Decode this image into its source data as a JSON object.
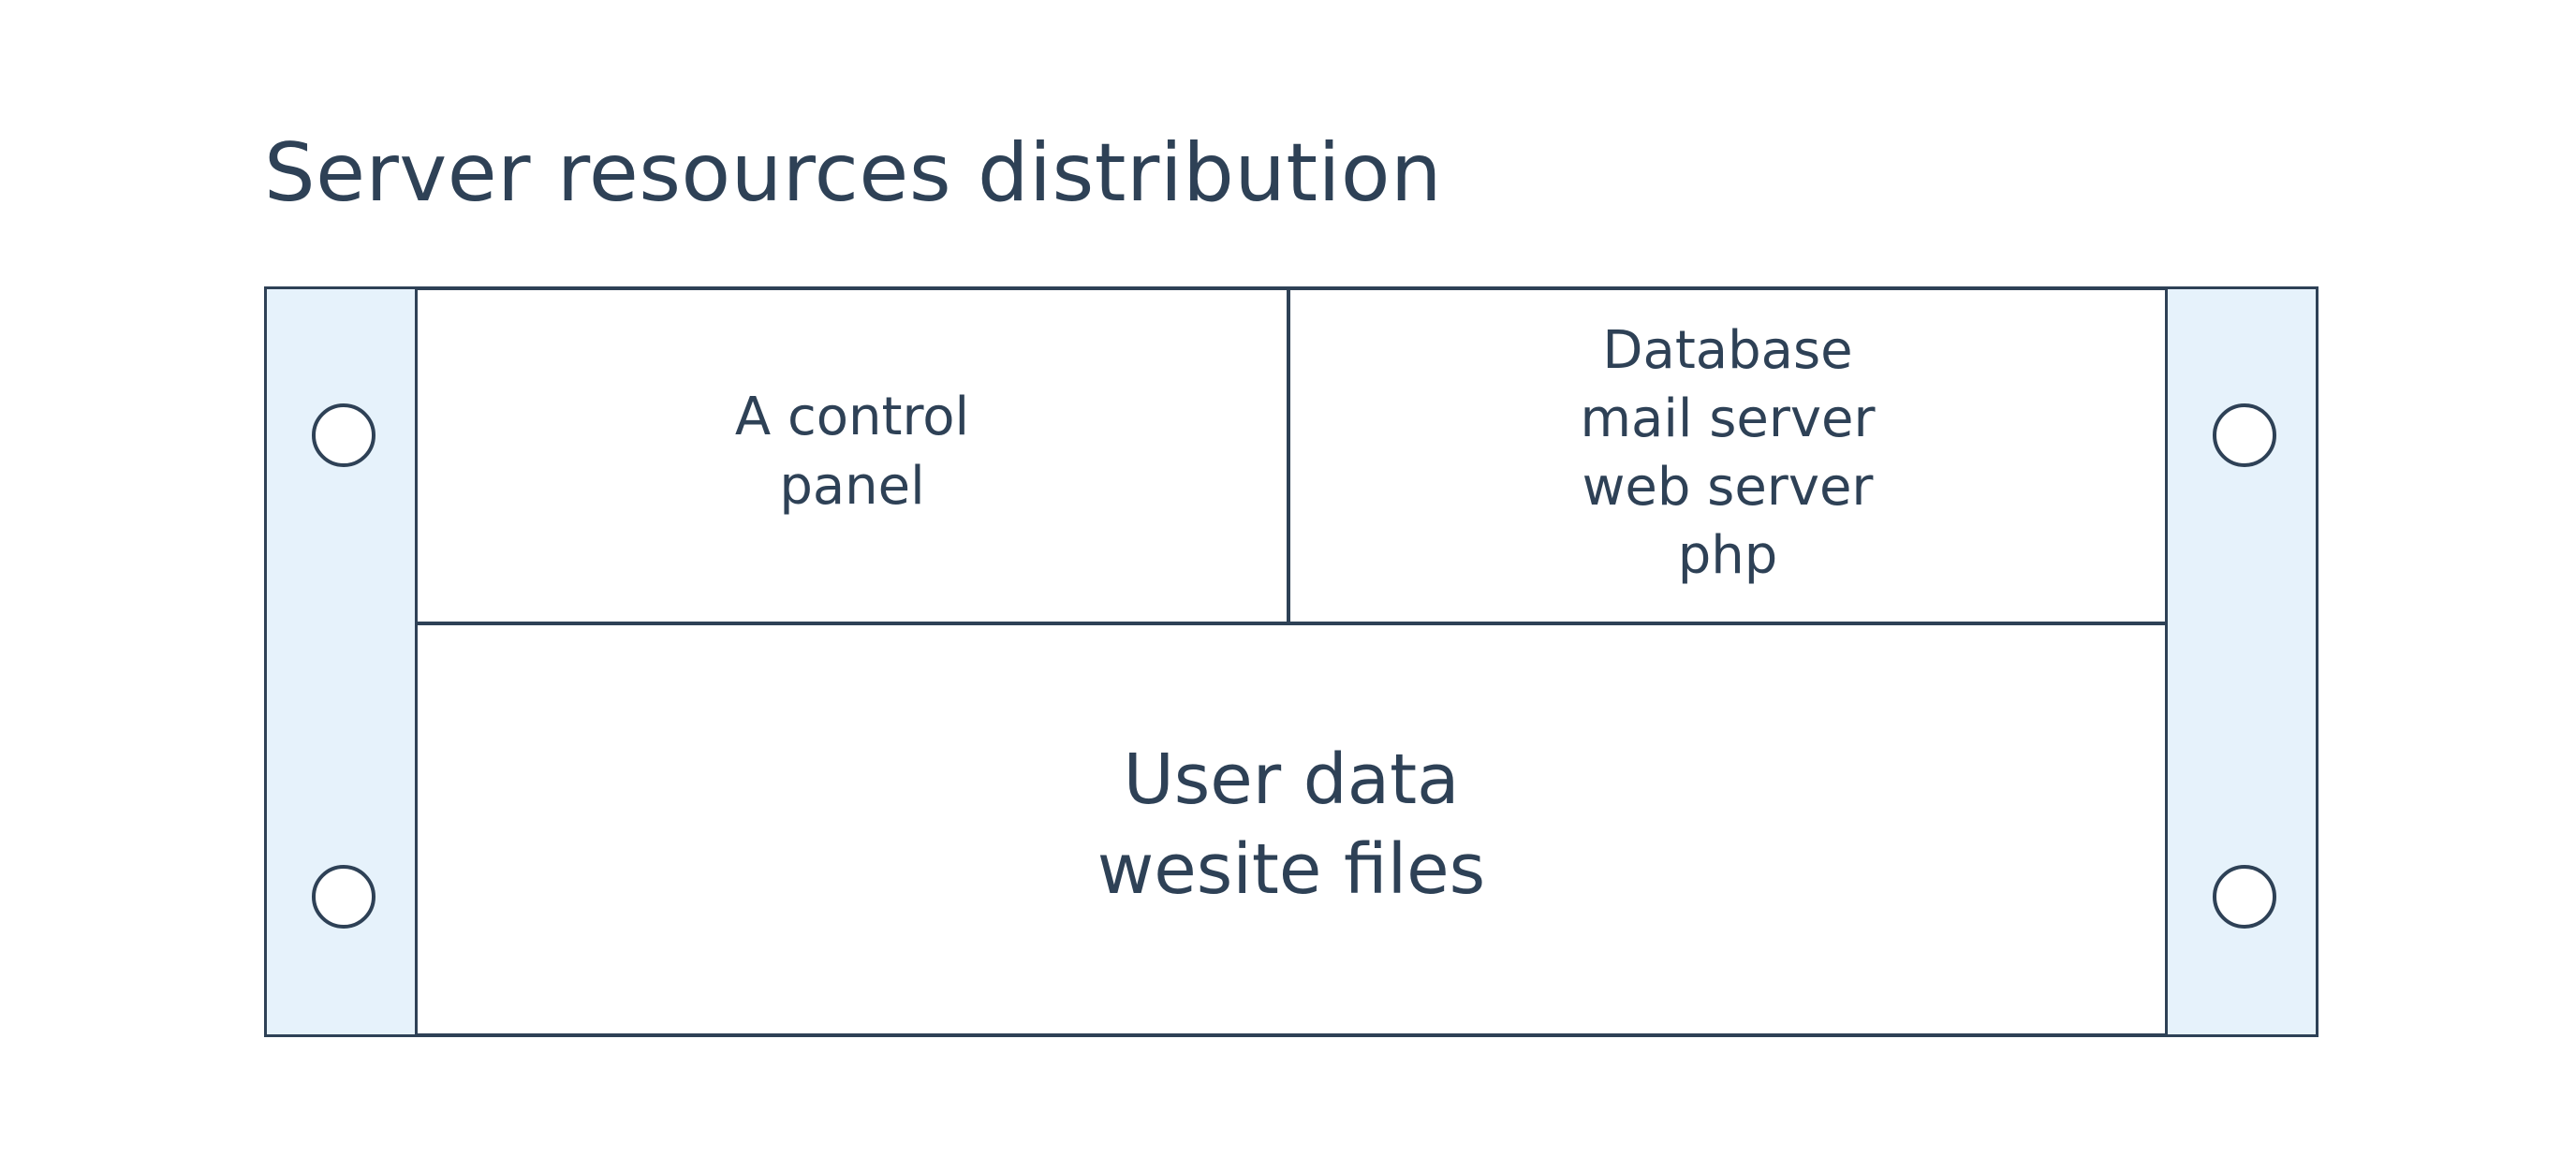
{
  "diagram": {
    "title": "Server resources distribution",
    "control_panel": {
      "lines": [
        "A control",
        "panel"
      ]
    },
    "services": {
      "lines": [
        "Database",
        "mail server",
        "web server",
        "php"
      ]
    },
    "user_data": {
      "lines": [
        "User data",
        "wesite files"
      ]
    }
  },
  "colors": {
    "stroke": "#2e4156",
    "ear_fill": "#e6f2fb",
    "background": "#ffffff"
  }
}
